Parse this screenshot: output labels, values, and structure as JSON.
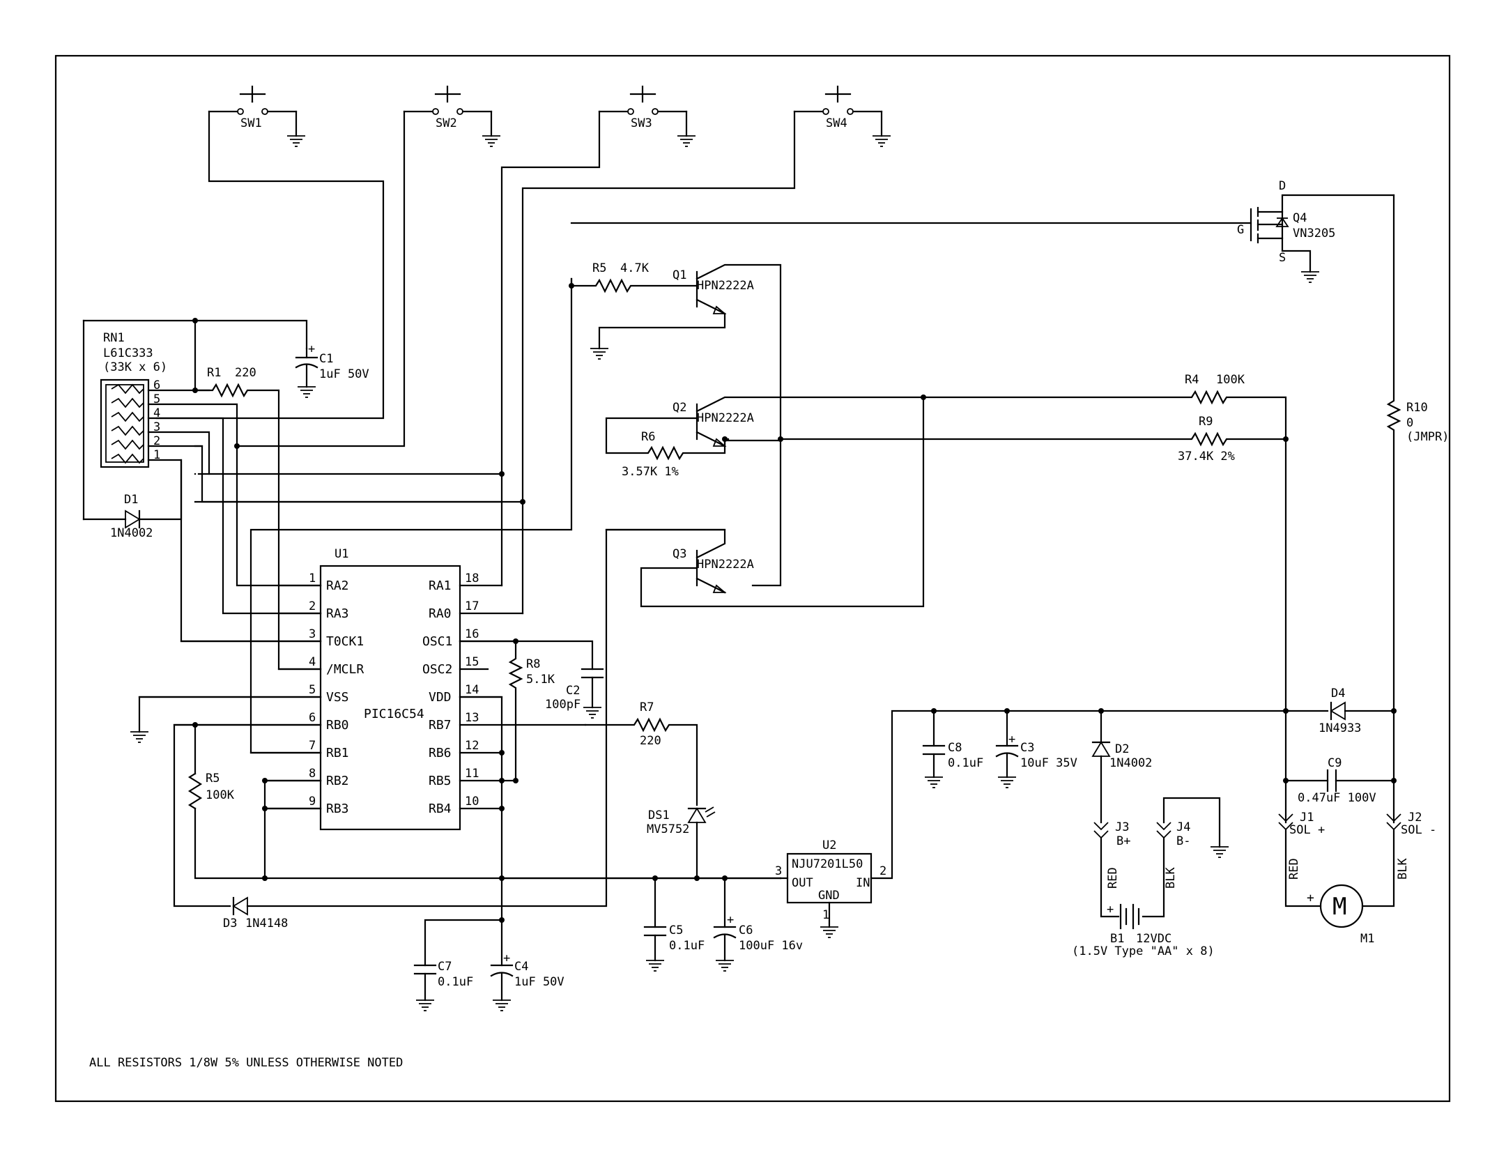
{
  "note": "ALL RESISTORS 1/8W 5% UNLESS OTHERWISE NOTED",
  "switches": [
    {
      "ref": "SW1",
      "part": ""
    },
    {
      "ref": "SW2",
      "part": ""
    },
    {
      "ref": "SW3",
      "part": ""
    },
    {
      "ref": "SW4",
      "part": ""
    }
  ],
  "u1": {
    "ref": "U1",
    "part": "PIC16C54",
    "left_pins": [
      {
        "num": "1",
        "name": "RA2"
      },
      {
        "num": "2",
        "name": "RA3"
      },
      {
        "num": "3",
        "name": "T0CK1"
      },
      {
        "num": "4",
        "name": "/MCLR"
      },
      {
        "num": "5",
        "name": "VSS"
      },
      {
        "num": "6",
        "name": "RB0"
      },
      {
        "num": "7",
        "name": "RB1"
      },
      {
        "num": "8",
        "name": "RB2"
      },
      {
        "num": "9",
        "name": "RB3"
      }
    ],
    "right_pins": [
      {
        "num": "18",
        "name": "RA1"
      },
      {
        "num": "17",
        "name": "RA0"
      },
      {
        "num": "16",
        "name": "OSC1"
      },
      {
        "num": "15",
        "name": "OSC2"
      },
      {
        "num": "14",
        "name": "VDD"
      },
      {
        "num": "13",
        "name": "RB7"
      },
      {
        "num": "12",
        "name": "RB6"
      },
      {
        "num": "11",
        "name": "RB5"
      },
      {
        "num": "10",
        "name": "RB4"
      }
    ]
  },
  "u2": {
    "ref": "U2",
    "part": "NJU7201L50",
    "out": "OUT",
    "in": "IN",
    "gnd": "GND",
    "pin_out": "3",
    "pin_in": "2",
    "pin_gnd": "1"
  },
  "rn1": {
    "ref": "RN1",
    "part": "L61C333",
    "value": "(33K x 6)",
    "pins": [
      "6",
      "5",
      "4",
      "3",
      "2",
      "1"
    ]
  },
  "resistors": {
    "r1": {
      "ref": "R1",
      "value": "220"
    },
    "r5a": {
      "ref": "R5",
      "value": "4.7K"
    },
    "r5b": {
      "ref": "R5",
      "value": "100K"
    },
    "r4": {
      "ref": "R4",
      "value": "100K"
    },
    "r6": {
      "ref": "R6",
      "value": "3.57K 1%"
    },
    "r7": {
      "ref": "R7",
      "value": "220"
    },
    "r8": {
      "ref": "R8",
      "value": "5.1K"
    },
    "r9": {
      "ref": "R9",
      "value": "37.4K 2%"
    },
    "r10": {
      "ref": "R10",
      "value": "0",
      "note": "(JMPR)"
    }
  },
  "capacitors": {
    "c1": {
      "ref": "C1",
      "value": "1uF 50V"
    },
    "c2": {
      "ref": "C2",
      "value": "100pF"
    },
    "c3": {
      "ref": "C3",
      "value": "10uF 35V"
    },
    "c4": {
      "ref": "C4",
      "value": "1uF 50V"
    },
    "c5": {
      "ref": "C5",
      "value": "0.1uF"
    },
    "c6": {
      "ref": "C6",
      "value": "100uF 16v"
    },
    "c7": {
      "ref": "C7",
      "value": "0.1uF"
    },
    "c8": {
      "ref": "C8",
      "value": "0.1uF"
    },
    "c9": {
      "ref": "C9",
      "value": "0.47uF 100V"
    }
  },
  "transistors": {
    "q1": {
      "ref": "Q1",
      "part": "HPN2222A"
    },
    "q2": {
      "ref": "Q2",
      "part": "HPN2222A"
    },
    "q3": {
      "ref": "Q3",
      "part": "HPN2222A"
    },
    "q4": {
      "ref": "Q4",
      "part": "VN3205",
      "d": "D",
      "g": "G",
      "s": "S"
    }
  },
  "diodes": {
    "d1": {
      "ref": "D1",
      "part": "1N4002"
    },
    "d2": {
      "ref": "D2",
      "part": "1N4002"
    },
    "d3": {
      "ref": "D3",
      "part": "1N4148"
    },
    "d4": {
      "ref": "D4",
      "part": "1N4933"
    },
    "ds1": {
      "ref": "DS1",
      "part": "MV5752"
    }
  },
  "connectors": {
    "j1": {
      "ref": "J1",
      "label": "SOL +",
      "wire": "RED"
    },
    "j2": {
      "ref": "J2",
      "label": "SOL -",
      "wire": "BLK"
    },
    "j3": {
      "ref": "J3",
      "label": "B+",
      "wire": "RED"
    },
    "j4": {
      "ref": "J4",
      "label": "B-",
      "wire": "BLK"
    }
  },
  "battery": {
    "ref": "B1",
    "value": "12VDC",
    "note": "(1.5V Type \"AA\" x 8)",
    "plus": "+"
  },
  "motor": {
    "ref": "M1",
    "symbol": "M",
    "plus": "+"
  }
}
